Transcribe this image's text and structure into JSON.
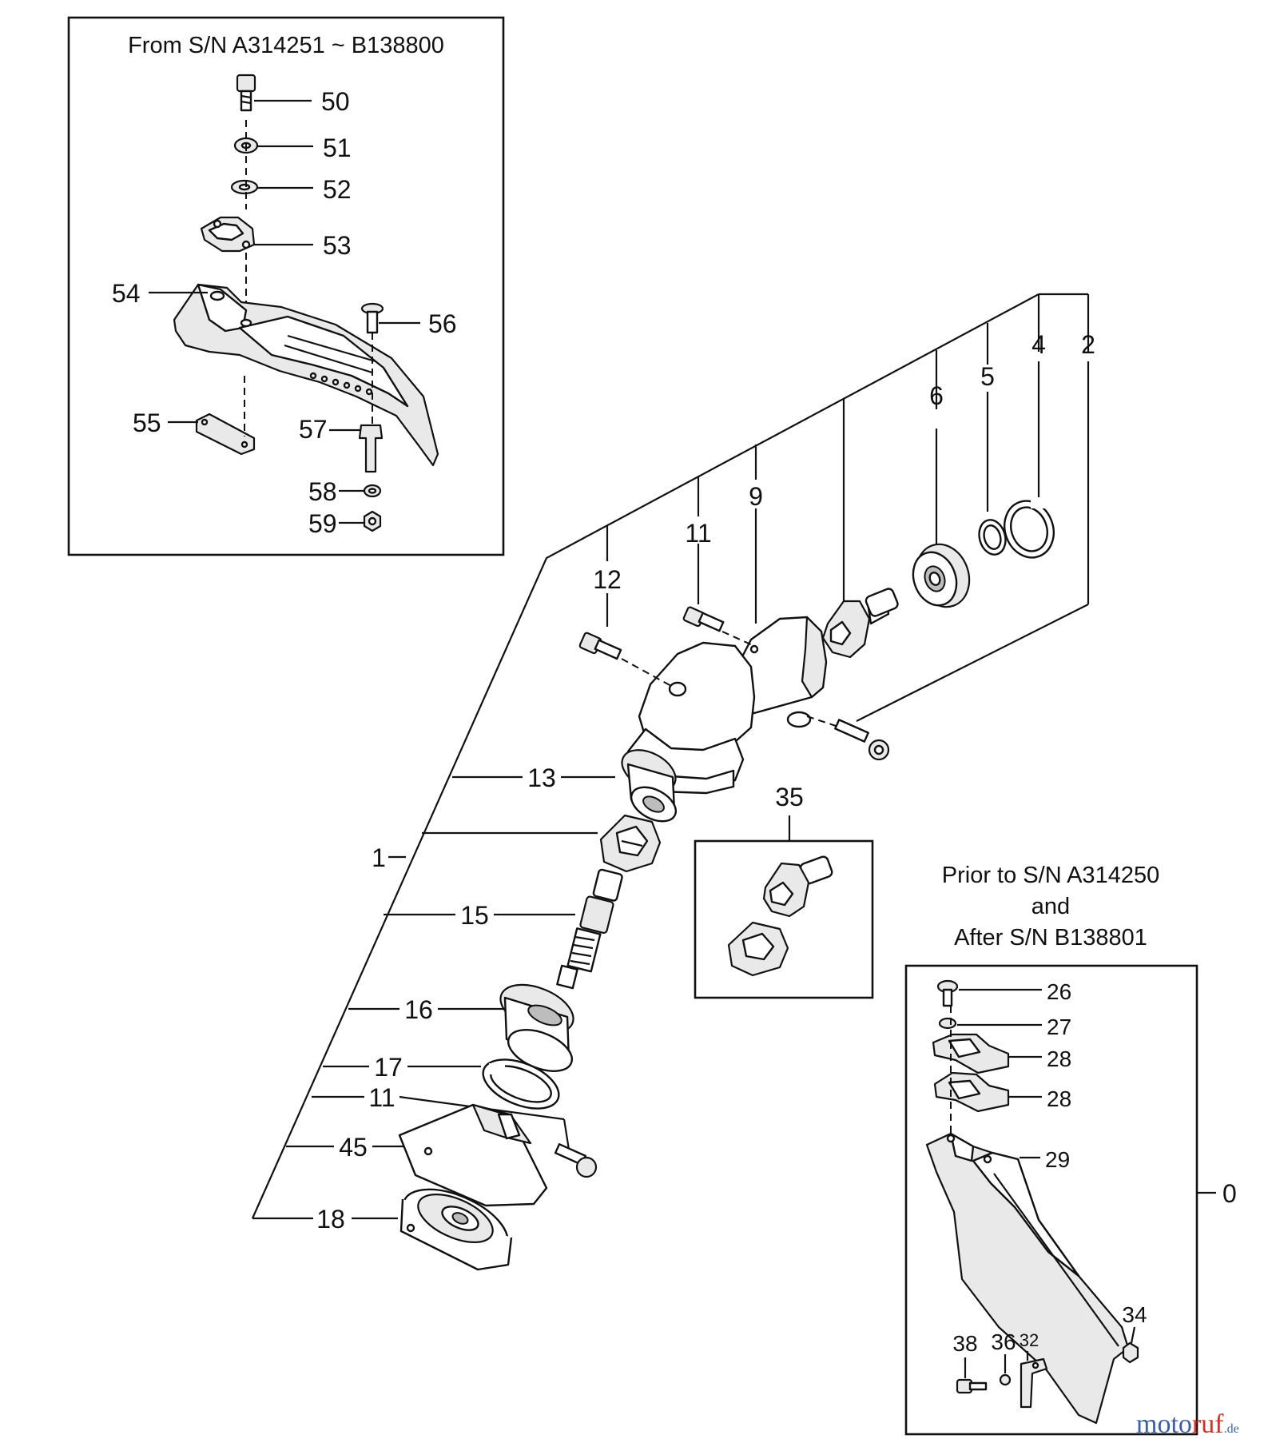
{
  "insets": {
    "top_left_title": "From S/N A314251 ~ B138800",
    "bottom_right_title_1": "Prior to S/N A314250",
    "bottom_right_title_2": "and",
    "bottom_right_title_3": "After S/N B138801"
  },
  "callouts": {
    "c50": "50",
    "c51": "51",
    "c52": "52",
    "c53": "53",
    "c54": "54",
    "c55": "55",
    "c56": "56",
    "c57": "57",
    "c58": "58",
    "c59": "59",
    "c2": "2",
    "c4": "4",
    "c5": "5",
    "c6": "6",
    "c9": "9",
    "c11a": "11",
    "c12": "12",
    "c13": "13",
    "c1": "1",
    "c15": "15",
    "c16": "16",
    "c17": "17",
    "c11b": "11",
    "c45": "45",
    "c18": "18",
    "c35": "35",
    "c26": "26",
    "c27": "27",
    "c28a": "28",
    "c28b": "28",
    "c29": "29",
    "c0": "0",
    "c34": "34",
    "c38": "38",
    "c36": "36",
    "c32": "32"
  },
  "watermark": {
    "brand_part1": "moto",
    "brand_part2": "ruf",
    "brand_suffix": ".de"
  },
  "colors": {
    "line": "#111111",
    "watermark_main": "#3a5fa8",
    "watermark_accent": "#d22f27"
  }
}
